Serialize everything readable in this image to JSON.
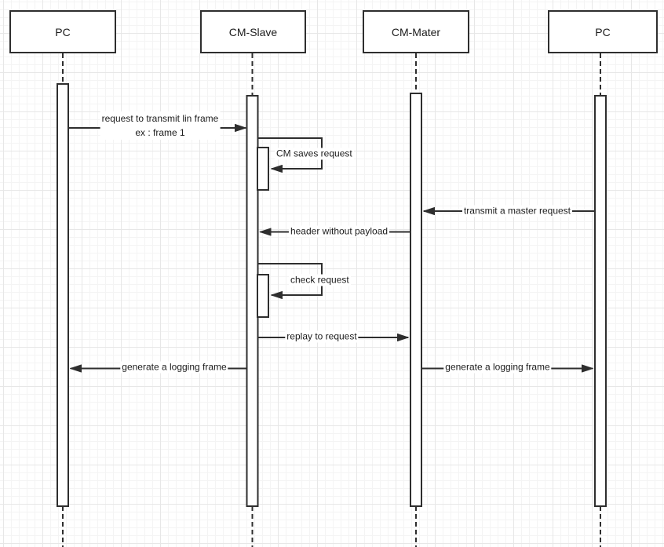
{
  "diagram": {
    "type": "uml-sequence",
    "actors": [
      {
        "id": "pc-left",
        "label": "PC"
      },
      {
        "id": "cm-slave",
        "label": "CM-Slave"
      },
      {
        "id": "cm-mater",
        "label": "CM-Mater"
      },
      {
        "id": "pc-right",
        "label": "PC"
      }
    ],
    "messages": [
      {
        "id": "m1",
        "from": "pc-left",
        "to": "cm-slave",
        "label_line1": "request to transmit lin frame",
        "label_line2": "ex : frame 1"
      },
      {
        "id": "m2",
        "type": "self",
        "on": "cm-slave",
        "label": "CM saves request"
      },
      {
        "id": "m3",
        "from": "pc-right",
        "to": "cm-mater",
        "label": "transmit a master request"
      },
      {
        "id": "m4",
        "from": "cm-mater",
        "to": "cm-slave",
        "label": "header without payload"
      },
      {
        "id": "m5",
        "type": "self",
        "on": "cm-slave",
        "label": "check request"
      },
      {
        "id": "m6",
        "from": "cm-slave",
        "to": "cm-mater",
        "label": "replay to request"
      },
      {
        "id": "m7",
        "from": "cm-slave",
        "to": "pc-left",
        "label": "generate a logging frame"
      },
      {
        "id": "m8",
        "from": "cm-mater",
        "to": "pc-right",
        "label": "generate a logging frame"
      }
    ],
    "colors": {
      "stroke": "#2e2e2e",
      "text": "#1c1c1c",
      "background": "#ffffff",
      "grid_minor": "#f4f4f4",
      "grid_major": "#e7e7e7"
    }
  }
}
